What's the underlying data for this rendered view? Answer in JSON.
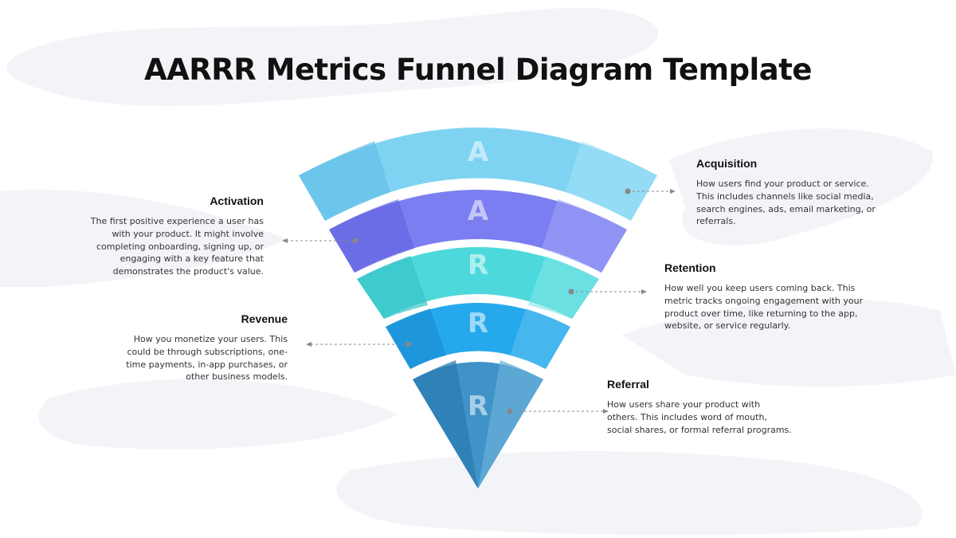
{
  "title": "AARRR Metrics Funnel Diagram Template",
  "colors": {
    "acquisition": "#7fd3f2",
    "activation": "#7b7ef0",
    "retention": "#4dd9dc",
    "revenue": "#26a9ec",
    "referral": "#3f93c8",
    "connector": "#888888",
    "background_swirl": "#f2f3f7"
  },
  "funnel": {
    "letters": [
      "A",
      "A",
      "R",
      "R",
      "R"
    ]
  },
  "blocks": {
    "acquisition": {
      "heading": "Acquisition",
      "text": [
        "How users find your product or service.",
        "This includes channels like social media,",
        "search engines, ads, email marketing, or",
        "referrals."
      ]
    },
    "activation": {
      "heading": "Activation",
      "text": [
        "The first positive experience a user has",
        "with your product. It might involve",
        "completing onboarding, signing up, or",
        "engaging with a key feature that",
        "demonstrates the product's value."
      ]
    },
    "retention": {
      "heading": "Retention",
      "text": [
        "How well you keep users coming back. This",
        "metric tracks ongoing engagement with your",
        "product over time, like returning to the app,",
        "website, or service regularly."
      ]
    },
    "revenue": {
      "heading": "Revenue",
      "text": [
        "How you monetize your users. This",
        "could be through subscriptions, one-",
        "time payments, in-app purchases, or",
        "other business models."
      ]
    },
    "referral": {
      "heading": "Referral",
      "text": [
        "How users share your product with",
        "others. This includes word of mouth,",
        "social shares, or formal referral programs."
      ]
    }
  }
}
